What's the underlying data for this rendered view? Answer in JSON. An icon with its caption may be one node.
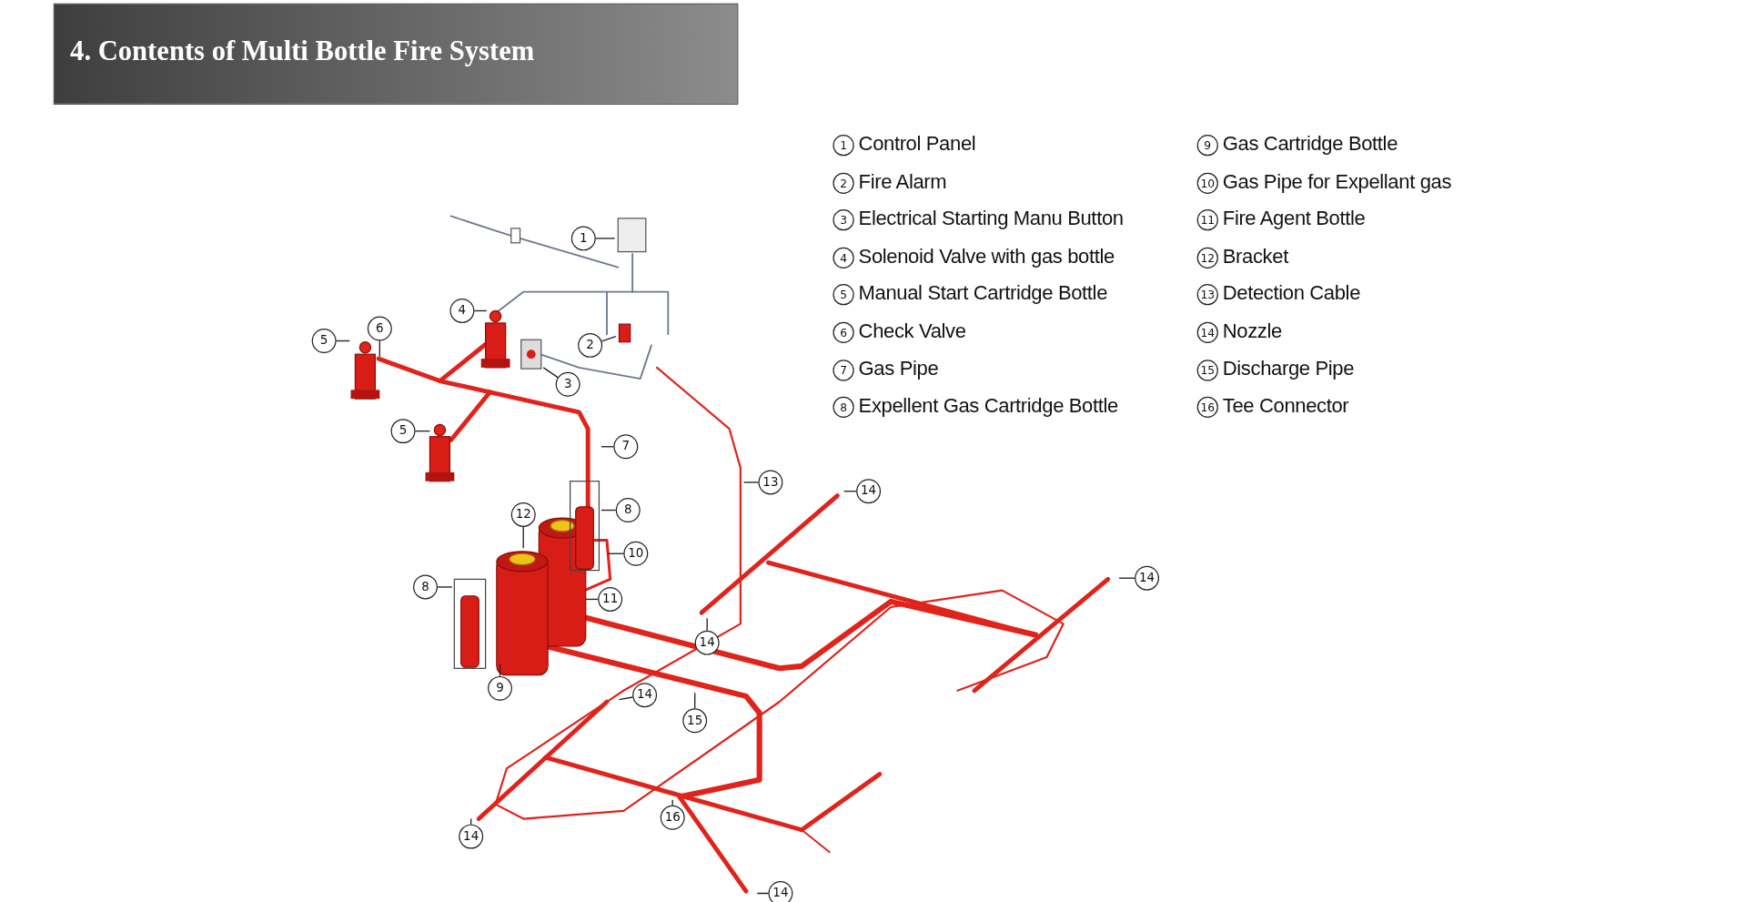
{
  "diagram": {
    "title": "4. Contents of Multi Bottle Fire System",
    "nodes": [
      {
        "text": [
          "1"
        ]
      },
      {
        "text": [
          "4"
        ]
      },
      {
        "text": [
          "5"
        ]
      },
      {
        "text": [
          "6"
        ]
      },
      {
        "text": [
          "2"
        ]
      },
      {
        "text": [
          "3"
        ]
      },
      {
        "text": [
          "5"
        ]
      },
      {
        "text": [
          "7"
        ]
      },
      {
        "text": [
          "13"
        ]
      },
      {
        "text": [
          "14"
        ]
      },
      {
        "text": [
          "8"
        ]
      },
      {
        "text": [
          "12"
        ]
      },
      {
        "text": [
          "10"
        ]
      },
      {
        "text": [
          "14"
        ]
      },
      {
        "text": [
          "8"
        ]
      },
      {
        "text": [
          "11"
        ]
      },
      {
        "text": [
          "14"
        ]
      },
      {
        "text": [
          "9"
        ]
      },
      {
        "text": [
          "14"
        ]
      },
      {
        "text": [
          "15"
        ]
      },
      {
        "text": [
          "16"
        ]
      },
      {
        "text": [
          "14"
        ]
      },
      {
        "text": [
          "14"
        ]
      }
    ],
    "edges": [
      {
        "from": 0,
        "to": null,
        "arrow": "none"
      },
      {
        "from": 1,
        "to": null,
        "arrow": "none"
      },
      {
        "from": 2,
        "to": null,
        "arrow": "none"
      },
      {
        "from": 3,
        "to": null,
        "arrow": "none"
      },
      {
        "from": 4,
        "to": null,
        "arrow": "none"
      },
      {
        "from": 5,
        "to": null,
        "arrow": "none"
      },
      {
        "from": 6,
        "to": null,
        "arrow": "none"
      },
      {
        "from": 7,
        "to": null,
        "arrow": "none"
      },
      {
        "from": 8,
        "to": null,
        "arrow": "none"
      },
      {
        "from": 9,
        "to": null,
        "arrow": "none"
      },
      {
        "from": 10,
        "to": null,
        "arrow": "none"
      },
      {
        "from": 11,
        "to": null,
        "arrow": "none"
      },
      {
        "from": 12,
        "to": null,
        "arrow": "none"
      },
      {
        "from": 13,
        "to": null,
        "arrow": "none"
      },
      {
        "from": 14,
        "to": null,
        "arrow": "none"
      },
      {
        "from": 15,
        "to": null,
        "arrow": "none"
      },
      {
        "from": 16,
        "to": null,
        "arrow": "none"
      },
      {
        "from": 17,
        "to": null,
        "arrow": "none"
      },
      {
        "from": 18,
        "to": null,
        "arrow": "none"
      },
      {
        "from": 19,
        "to": null,
        "arrow": "none"
      },
      {
        "from": 20,
        "to": null,
        "arrow": "none"
      },
      {
        "from": 21,
        "to": null,
        "arrow": "none"
      },
      {
        "from": 22,
        "to": null,
        "arrow": "none"
      }
    ],
    "labels": [
      "1",
      "Control Panel",
      "9",
      "Gas Cartridge Bottle",
      "2",
      "Fire Alarm",
      "10",
      "Gas Pipe for Expellant gas",
      "3",
      "Electrical Starting Manu Button",
      "11",
      "Fire Agent Bottle",
      "4",
      "Solenoid Valve with gas bottle",
      "12",
      "Bracket",
      "5",
      "Manual Start Cartridge Bottle",
      "13",
      "Detection Cable",
      "6",
      "Check Valve",
      "14",
      "Nozzle",
      "7",
      "Gas Pipe",
      "15",
      "Discharge Pipe",
      "8",
      "Expellent Gas Cartridge Bottle",
      "16",
      "Tee Connector"
    ]
  }
}
